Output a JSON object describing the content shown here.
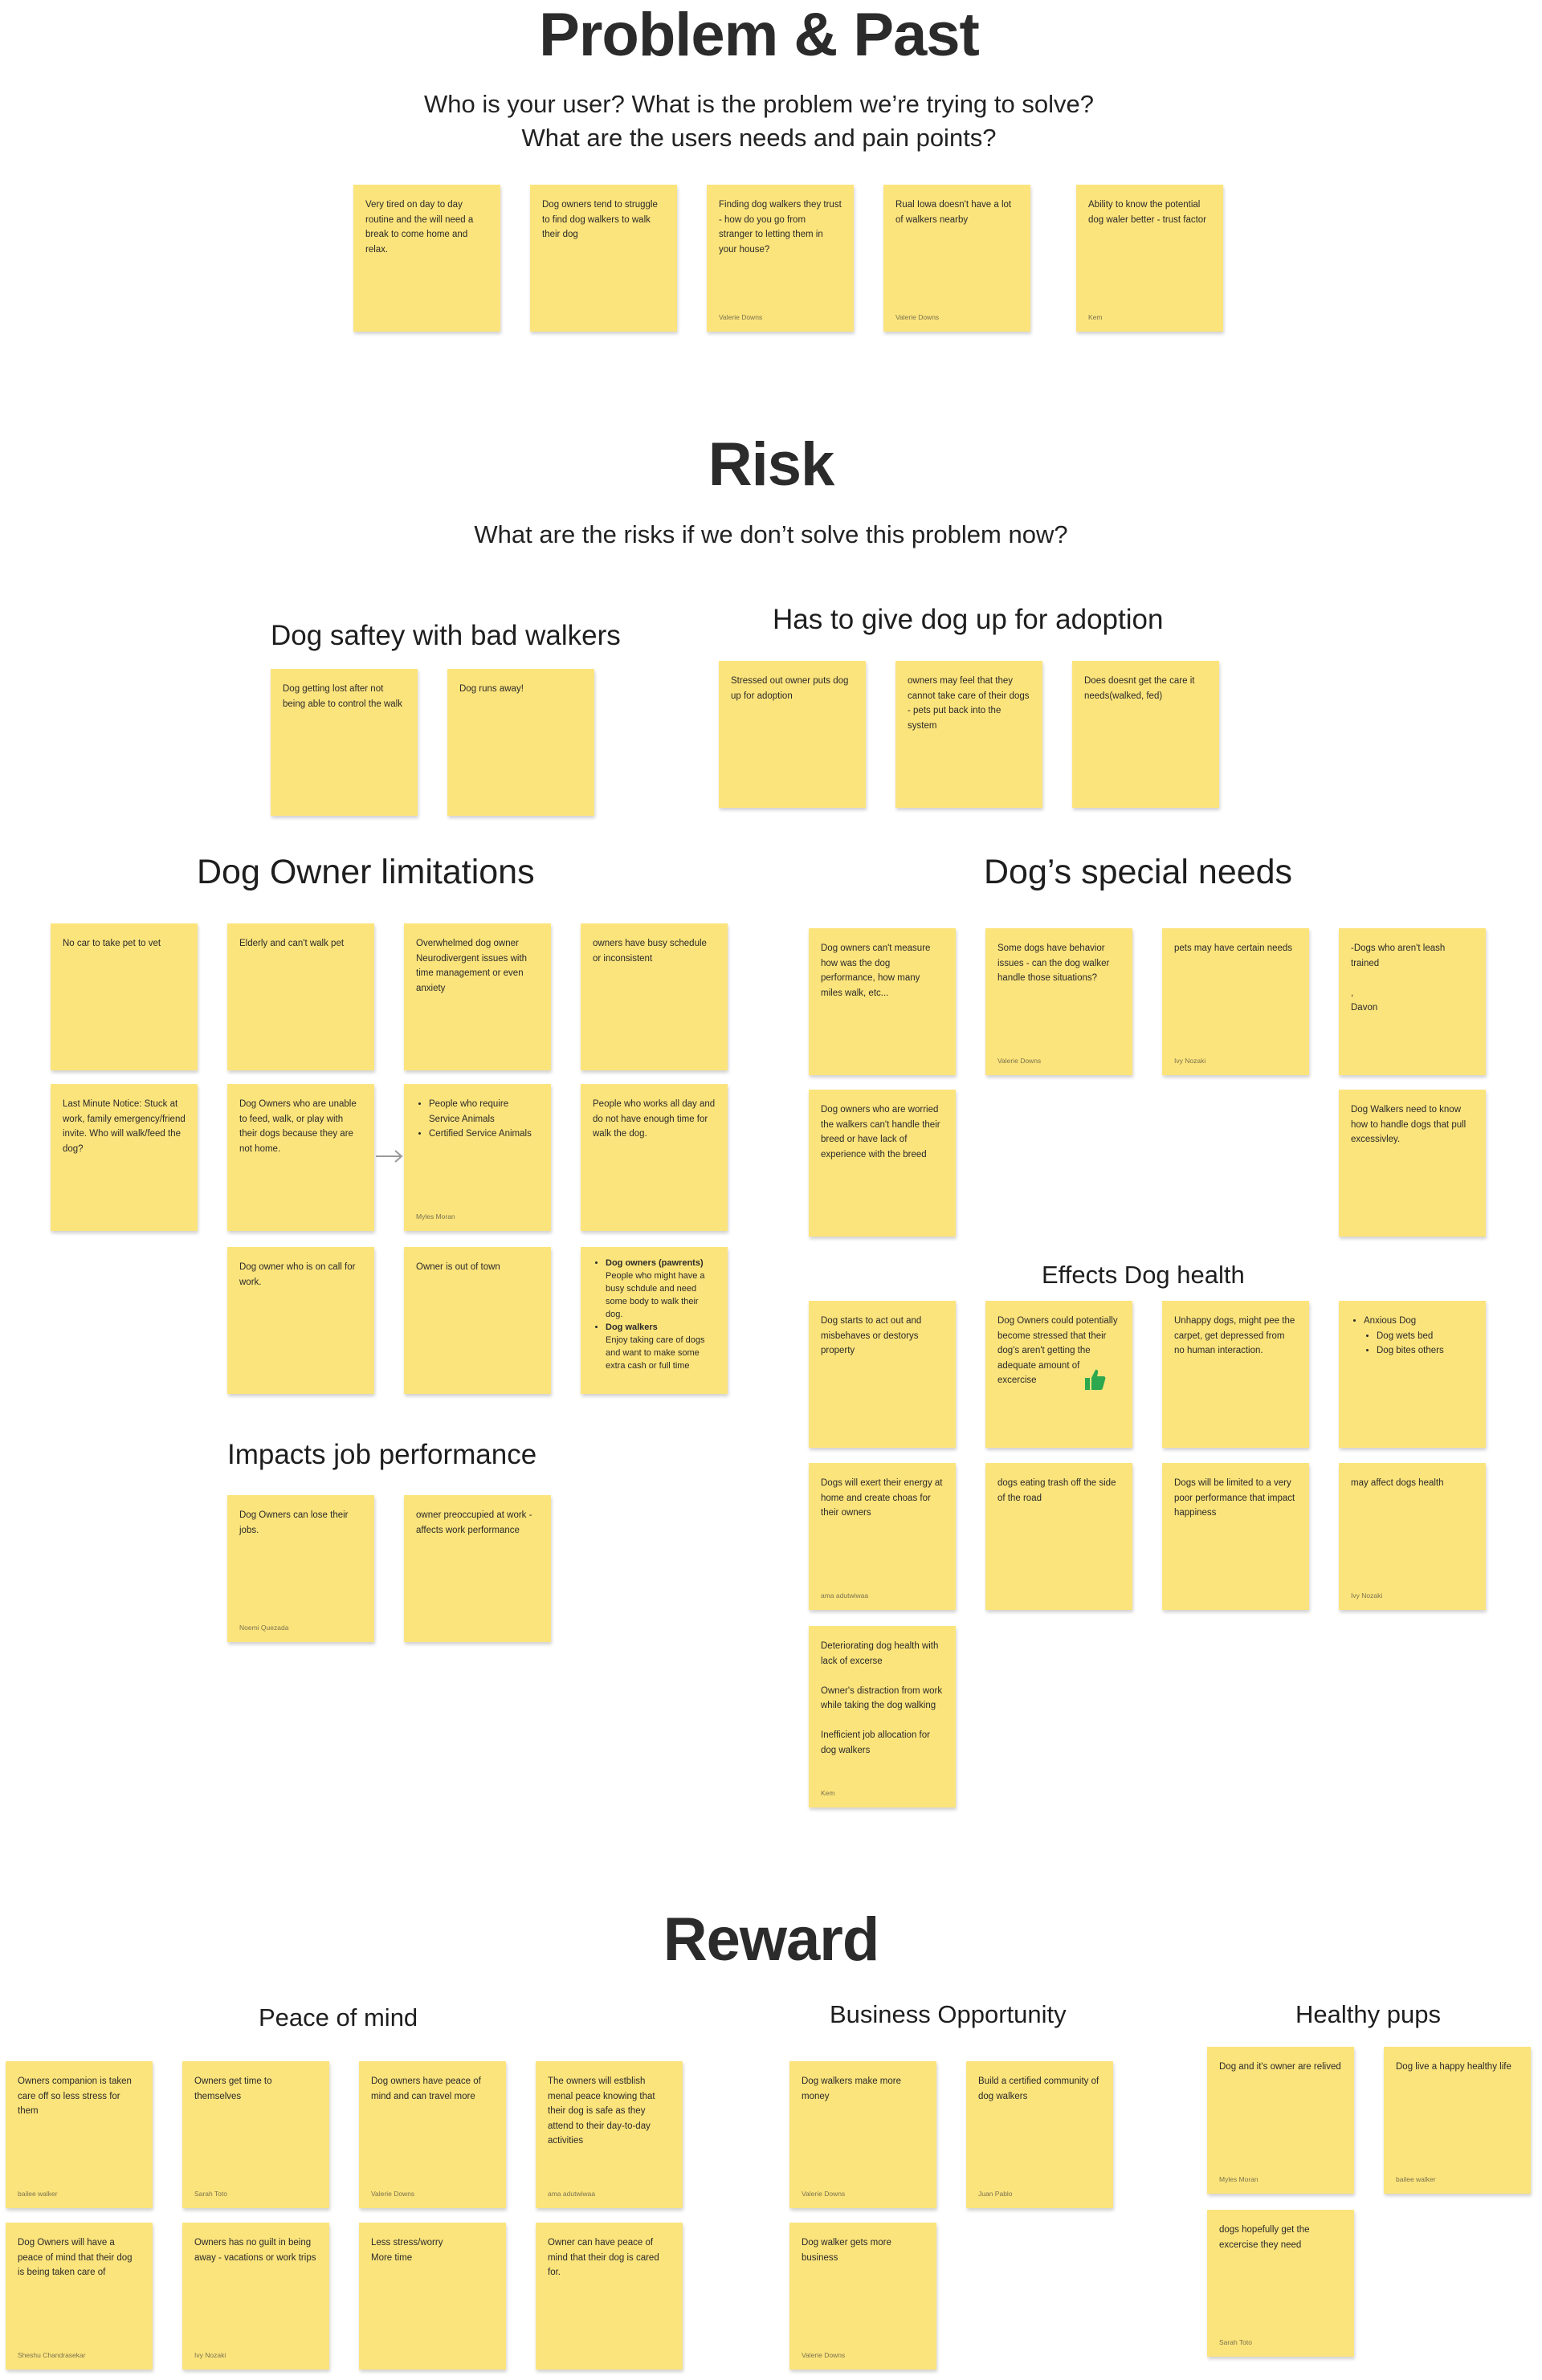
{
  "problem": {
    "title": "Problem & Past",
    "subtitle_line1": "Who is your user? What is the problem we’re trying to solve?",
    "subtitle_line2": "What are the users needs and pain points?",
    "notes": [
      {
        "text": "Very tired on day to day routine and the will need a break to come home and relax.",
        "author": ""
      },
      {
        "text": "Dog owners tend to struggle to find dog walkers to walk their dog",
        "author": ""
      },
      {
        "text": "Finding dog walkers they trust - how do you go from stranger to letting them in your house?",
        "author": "Valerie Downs"
      },
      {
        "text": "Rual Iowa doesn't have a lot of walkers nearby",
        "author": "Valerie Downs"
      },
      {
        "text": "Ability to know the potential dog waler better - trust factor",
        "author": "Kem"
      }
    ]
  },
  "risk": {
    "title": "Risk",
    "subtitle": "What are the risks if we don’t solve this problem now?",
    "dog_safety": {
      "title": "Dog saftey with bad walkers",
      "notes": [
        {
          "text": "Dog getting lost after not being able to control the walk",
          "author": ""
        },
        {
          "text": "Dog runs away!",
          "author": ""
        }
      ]
    },
    "adoption": {
      "title": "Has to give dog up for adoption",
      "notes": [
        {
          "text": "Stressed out owner puts dog up for adoption",
          "author": ""
        },
        {
          "text": "owners may feel that they cannot take care of their dogs - pets put back into the system",
          "author": ""
        },
        {
          "text": "Does doesnt get the care it needs(walked, fed)",
          "author": ""
        }
      ]
    },
    "owner_limitations": {
      "title": "Dog Owner limitations",
      "notes": [
        {
          "text": "No car to take pet to vet",
          "author": ""
        },
        {
          "text": "Elderly and can't walk pet",
          "author": ""
        },
        {
          "text": "Overwhelmed dog owner Neurodivergent issues with time management or even anxiety",
          "author": ""
        },
        {
          "text": "owners have busy schedule or inconsistent",
          "author": ""
        },
        {
          "text": "Last Minute Notice: Stuck at work, family emergency/friend invite. Who will walk/feed the dog?",
          "author": ""
        },
        {
          "text": "Dog Owners who are unable to feed, walk, or play with their dogs because they are not home.",
          "author": ""
        },
        {
          "text": "People who works all day and do not have enough time for walk the dog.",
          "author": ""
        },
        {
          "text": "Dog owner who is on call for work.",
          "author": ""
        },
        {
          "text": "Owner is out of town",
          "author": ""
        }
      ],
      "service_note": {
        "items": [
          "People who require Service Animals",
          "Certified Service Animals"
        ],
        "author": "Myles Moran"
      },
      "pawrents_note": {
        "item1_title": "Dog owners (pawrents)",
        "item1_text": "People who might have a busy schdule and need some body to walk their dog.",
        "item2_title": "Dog walkers",
        "item2_text": "Enjoy taking care of dogs and want to make some extra cash or full time"
      }
    },
    "job_performance": {
      "title": "Impacts job performance",
      "notes": [
        {
          "text": "Dog Owners can lose their jobs.",
          "author": "Noemi Quezada"
        },
        {
          "text": "owner preoccupied at work - affects work performance",
          "author": ""
        }
      ]
    },
    "special_needs": {
      "title": "Dog’s special needs",
      "notes": [
        {
          "text": "Dog owners can't measure how was the dog performance, how many miles walk, etc...",
          "author": ""
        },
        {
          "text": "Some dogs have behavior issues - can the dog walker handle those situations?",
          "author": "Valerie Downs"
        },
        {
          "text": "pets may have certain needs",
          "author": "Ivy Nozaki"
        },
        {
          "text": "-Dogs who aren't leash trained\n\n      ,\nDavon",
          "author": ""
        },
        {
          "text": "Dog owners who are worried the walkers can't handle their breed or have lack of experience with the breed",
          "author": ""
        },
        {
          "text": "Dog Walkers need to know how to handle dogs that pull excessivley.",
          "author": ""
        }
      ]
    },
    "dog_health": {
      "title": "Effects Dog health",
      "notes": [
        {
          "text": "Dog starts to act out and misbehaves or destorys property",
          "author": ""
        },
        {
          "text": "Dog Owners could potentially become stressed that their dog's aren't getting the adequate amount of excercise",
          "author": ""
        },
        {
          "text": "Unhappy dogs, might pee the carpet, get depressed from no human interaction.",
          "author": ""
        },
        {
          "text": "Dogs will exert their energy at home and create choas for their owners",
          "author": "ama adutwiwaa"
        },
        {
          "text": "dogs eating trash off the side of the road",
          "author": ""
        },
        {
          "text": "Dogs will be limited to a very poor performance that impact happiness",
          "author": ""
        },
        {
          "text": "may affect dogs health",
          "author": "Ivy Nozaki"
        },
        {
          "text": "Deteriorating dog health with lack of excerse\n\nOwner's distraction from work while taking the dog walking\n\nInefficient job allocation for dog walkers",
          "author": "Kem"
        }
      ],
      "anxious_note": {
        "title": "Anxious Dog",
        "items": [
          "Dog wets bed",
          "Dog bites others"
        ]
      },
      "thumb_icon": "thumbs-up-icon"
    }
  },
  "reward": {
    "title": "Reward",
    "peace": {
      "title": "Peace of mind",
      "notes": [
        {
          "text": "Owners companion is taken care off so less stress for them",
          "author": "bailee walker"
        },
        {
          "text": "Owners get time to themselves",
          "author": "Sarah Toto"
        },
        {
          "text": "Dog owners have peace of mind and can travel more",
          "author": "Valerie Downs"
        },
        {
          "text": "The owners will estblish menal peace knowing that their dog is safe as they attend to their day-to-day activities",
          "author": "ama adutwiwaa"
        },
        {
          "text": "Dog Owners will have a peace of mind that their dog is being taken care of",
          "author": "Sheshu Chandrasekar"
        },
        {
          "text": "Owners has no guilt in being away - vacations or work trips",
          "author": "Ivy Nozaki"
        },
        {
          "text": "Less stress/worry\nMore time",
          "author": ""
        },
        {
          "text": "Owner can have peace of mind that their dog is cared for.",
          "author": ""
        }
      ]
    },
    "business": {
      "title": "Business Opportunity",
      "notes": [
        {
          "text": "Dog walkers make more money",
          "author": "Valerie Downs"
        },
        {
          "text": "Build a certified community of dog walkers",
          "author": "Juan Pablo"
        },
        {
          "text": "Dog walker gets more business",
          "author": "Valerie Downs"
        }
      ]
    },
    "healthy": {
      "title": "Healthy pups",
      "notes": [
        {
          "text": "Dog and it's owner are relived",
          "author": "Myles Moran"
        },
        {
          "text": "Dog live a happy healthy life",
          "author": "bailee walker"
        },
        {
          "text": "dogs hopefully get the excercise they need",
          "author": "Sarah Toto"
        }
      ]
    }
  },
  "colors": {
    "sticky": "#fce47c",
    "thumb_green": "#2ea84f"
  }
}
